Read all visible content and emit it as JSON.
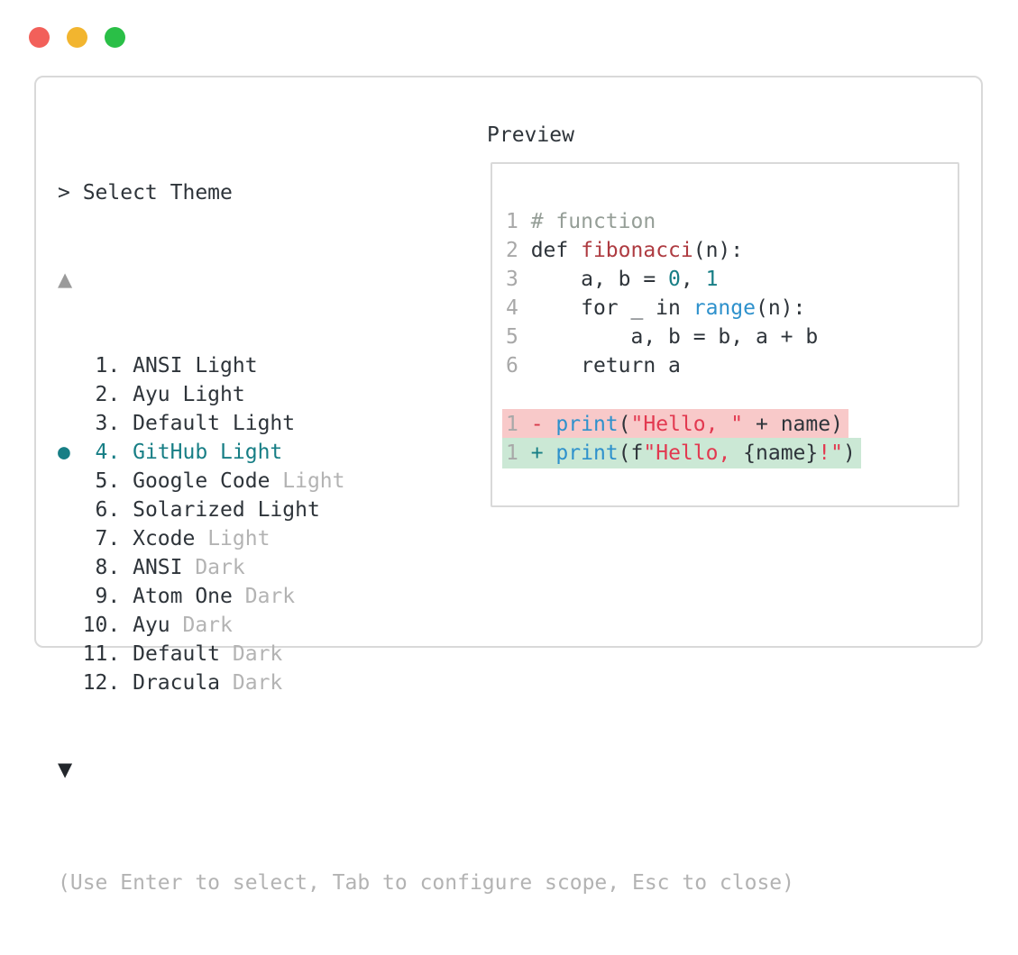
{
  "window": {
    "traffic_lights": [
      {
        "name": "close",
        "color": "#f2605a"
      },
      {
        "name": "minimize",
        "color": "#f2b52f"
      },
      {
        "name": "zoom",
        "color": "#2abf47"
      }
    ]
  },
  "theme_picker": {
    "prompt": "> Select Theme",
    "scroll_up_icon": "▲",
    "scroll_down_icon": "▼",
    "selected_marker": "●",
    "items": [
      {
        "num": " 1.",
        "name": "ANSI Light",
        "suffix": "",
        "selected": false
      },
      {
        "num": " 2.",
        "name": "Ayu Light",
        "suffix": "",
        "selected": false
      },
      {
        "num": " 3.",
        "name": "Default Light",
        "suffix": "",
        "selected": false
      },
      {
        "num": " 4.",
        "name": "GitHub Light",
        "suffix": "",
        "selected": true
      },
      {
        "num": " 5.",
        "name": "Google Code",
        "suffix": "Light",
        "selected": false
      },
      {
        "num": " 6.",
        "name": "Solarized Light",
        "suffix": "",
        "selected": false
      },
      {
        "num": " 7.",
        "name": "Xcode",
        "suffix": "Light",
        "selected": false
      },
      {
        "num": " 8.",
        "name": "ANSI",
        "suffix": "Dark",
        "selected": false
      },
      {
        "num": " 9.",
        "name": "Atom One",
        "suffix": "Dark",
        "selected": false
      },
      {
        "num": "10.",
        "name": "Ayu",
        "suffix": "Dark",
        "selected": false
      },
      {
        "num": "11.",
        "name": "Default",
        "suffix": "Dark",
        "selected": false
      },
      {
        "num": "12.",
        "name": "Dracula",
        "suffix": "Dark",
        "selected": false
      }
    ],
    "hint": "(Use Enter to select, Tab to configure scope, Esc to close)"
  },
  "preview": {
    "label": "Preview",
    "code_lines": [
      {
        "tokens": [
          [
            "ln",
            "1"
          ],
          [
            "pl",
            " "
          ],
          [
            "cm",
            "# function"
          ]
        ]
      },
      {
        "tokens": [
          [
            "ln",
            "2"
          ],
          [
            "pl",
            " def "
          ],
          [
            "fn",
            "fibonacci"
          ],
          [
            "pl",
            "(n):"
          ]
        ]
      },
      {
        "tokens": [
          [
            "ln",
            "3"
          ],
          [
            "pl",
            "     a, b = "
          ],
          [
            "nm",
            "0"
          ],
          [
            "pl",
            ", "
          ],
          [
            "nm",
            "1"
          ]
        ]
      },
      {
        "tokens": [
          [
            "ln",
            "4"
          ],
          [
            "pl",
            "     for _ in "
          ],
          [
            "bl",
            "range"
          ],
          [
            "pl",
            "(n):"
          ]
        ]
      },
      {
        "tokens": [
          [
            "ln",
            "5"
          ],
          [
            "pl",
            "         a, b = b, a + b"
          ]
        ]
      },
      {
        "tokens": [
          [
            "ln",
            "6"
          ],
          [
            "pl",
            "     return a"
          ]
        ]
      },
      {
        "tokens": []
      },
      {
        "diff": "del",
        "tokens": [
          [
            "ln",
            "1"
          ],
          [
            "pl",
            " "
          ],
          [
            "dm",
            "- "
          ],
          [
            "bl",
            "print"
          ],
          [
            "pl",
            "("
          ],
          [
            "st",
            "\"Hello, \""
          ],
          [
            "pl",
            " + name)"
          ]
        ]
      },
      {
        "diff": "add",
        "tokens": [
          [
            "ln",
            "1"
          ],
          [
            "pl",
            " "
          ],
          [
            "am",
            "+ "
          ],
          [
            "bl",
            "print"
          ],
          [
            "pl",
            "(f"
          ],
          [
            "st",
            "\"Hello, "
          ],
          [
            "pl",
            "{name}"
          ],
          [
            "st",
            "!\""
          ],
          [
            "pl",
            ")"
          ]
        ]
      }
    ]
  },
  "colors": {
    "accent_teal": "#177e85",
    "blue": "#2e91cc",
    "string_red": "#e23950",
    "entity_red": "#ae3b41",
    "comment_gray": "#959e97",
    "text_dark": "#2e343a",
    "muted_gray": "#b3b3b3",
    "linenum_gray": "#a8a8a8",
    "del_bg": "#f8c9c9",
    "add_bg": "#cbe8d5",
    "del_sign": "#d73a49",
    "border_gray": "#d9d9d9",
    "arrow_up_gray": "#9a9a9a",
    "arrow_down_dark": "#23272c"
  }
}
